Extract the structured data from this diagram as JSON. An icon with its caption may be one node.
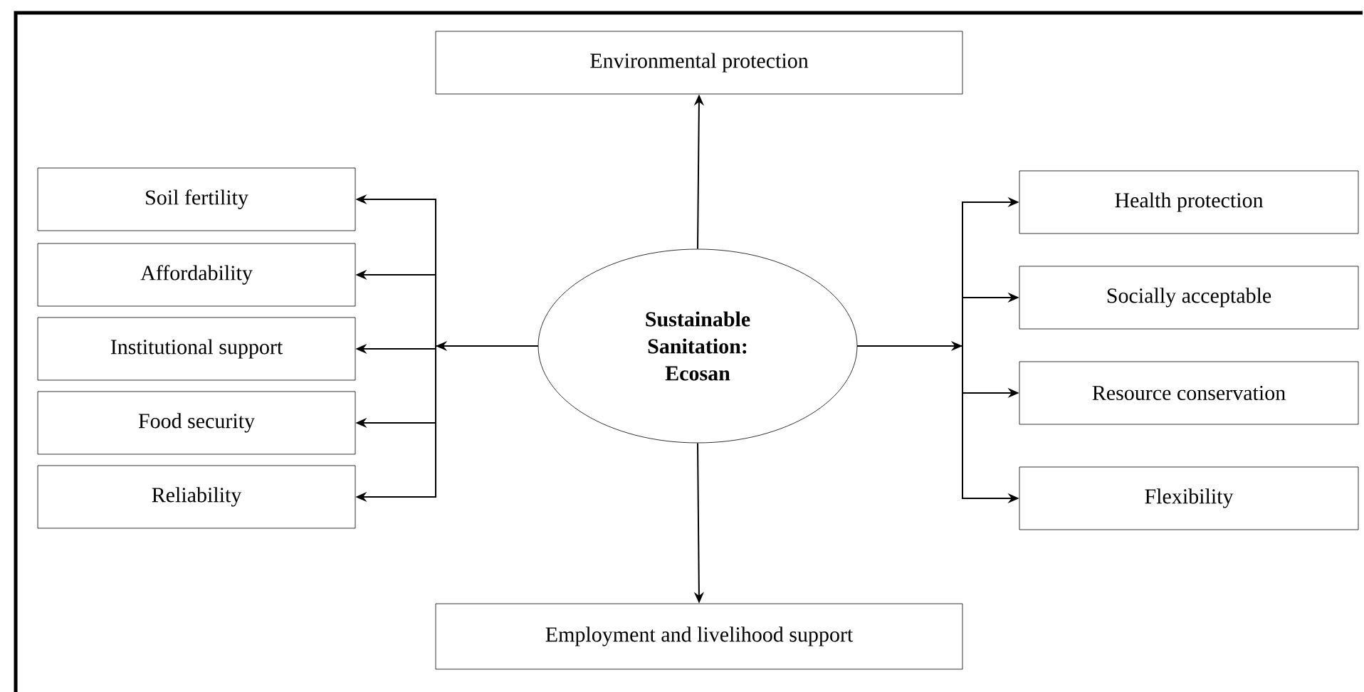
{
  "diagram": {
    "nodes": [
      {
        "text": [
          "Sustainable Sanitation: Ecosan"
        ]
      },
      {
        "text": [
          "Environmental protection"
        ]
      },
      {
        "text": [
          "Soil fertility"
        ]
      },
      {
        "text": [
          "Affordability"
        ]
      },
      {
        "text": [
          "Institutional support"
        ]
      },
      {
        "text": [
          "Food security"
        ]
      },
      {
        "text": [
          "Reliability"
        ]
      },
      {
        "text": [
          "Health protection"
        ]
      },
      {
        "text": [
          "Socially acceptable"
        ]
      },
      {
        "text": [
          "Resource conservation"
        ]
      },
      {
        "text": [
          "Flexibility"
        ]
      },
      {
        "text": [
          "Employment and livelihood support"
        ]
      }
    ],
    "edges": [
      {
        "from": 0,
        "to": 1,
        "arrow": "to"
      },
      {
        "from": 0,
        "to": 2,
        "arrow": "to"
      },
      {
        "from": 0,
        "to": 3,
        "arrow": "to"
      },
      {
        "from": 0,
        "to": 4,
        "arrow": "to"
      },
      {
        "from": 0,
        "to": 5,
        "arrow": "to"
      },
      {
        "from": 0,
        "to": 6,
        "arrow": "to"
      },
      {
        "from": 0,
        "to": 7,
        "arrow": "to"
      },
      {
        "from": 0,
        "to": 8,
        "arrow": "to"
      },
      {
        "from": 0,
        "to": 9,
        "arrow": "to"
      },
      {
        "from": 0,
        "to": 10,
        "arrow": "to"
      },
      {
        "from": 0,
        "to": 11,
        "arrow": "to"
      }
    ]
  }
}
